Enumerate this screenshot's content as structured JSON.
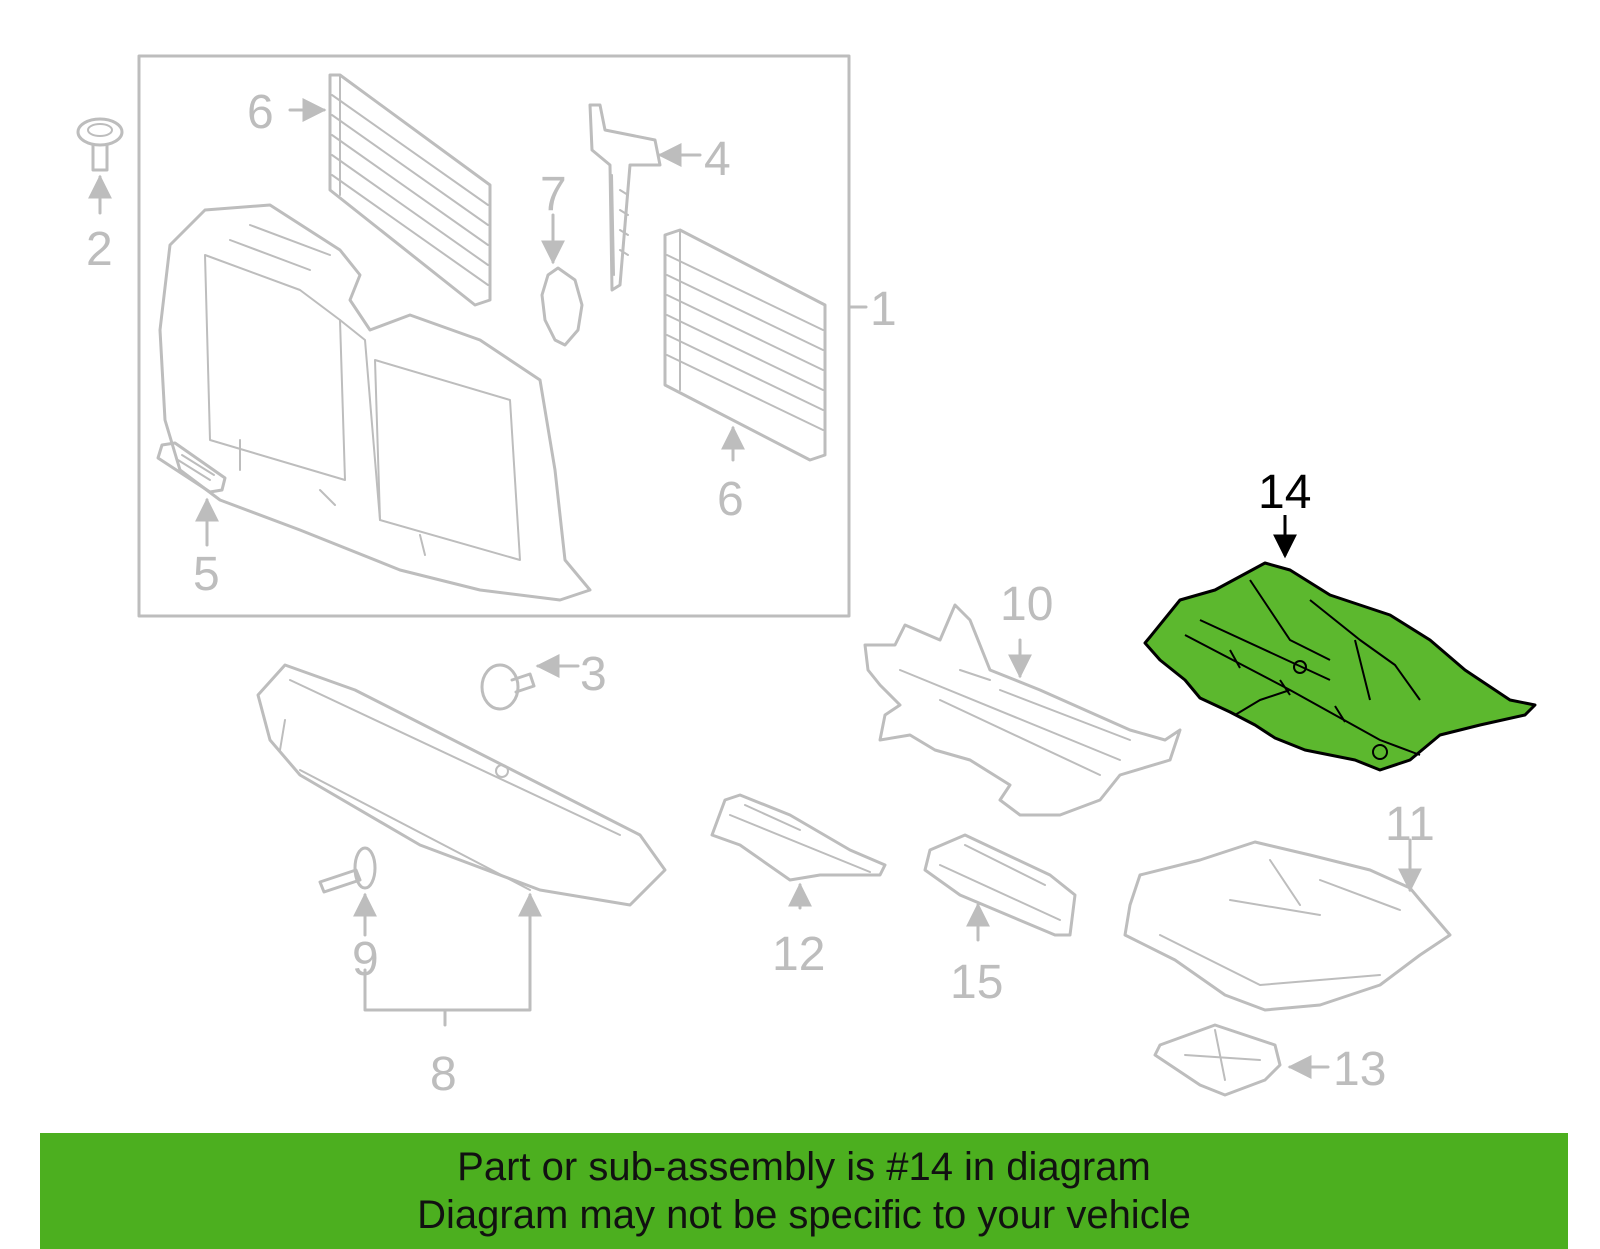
{
  "diagram": {
    "highlight_color": "#5cb82e",
    "ghost_color": "#bdbdbd",
    "highlighted_part": "14",
    "labels": {
      "p1": "1",
      "p2": "2",
      "p3": "3",
      "p4": "4",
      "p5": "5",
      "p6a": "6",
      "p6b": "6",
      "p7": "7",
      "p8": "8",
      "p9": "9",
      "p10": "10",
      "p11": "11",
      "p12": "12",
      "p13": "13",
      "p14": "14",
      "p15": "15"
    }
  },
  "banner": {
    "line1": "Part or sub-assembly is #14 in diagram",
    "line2": "Diagram may not be specific to your vehicle",
    "color": "#4caf1f"
  }
}
